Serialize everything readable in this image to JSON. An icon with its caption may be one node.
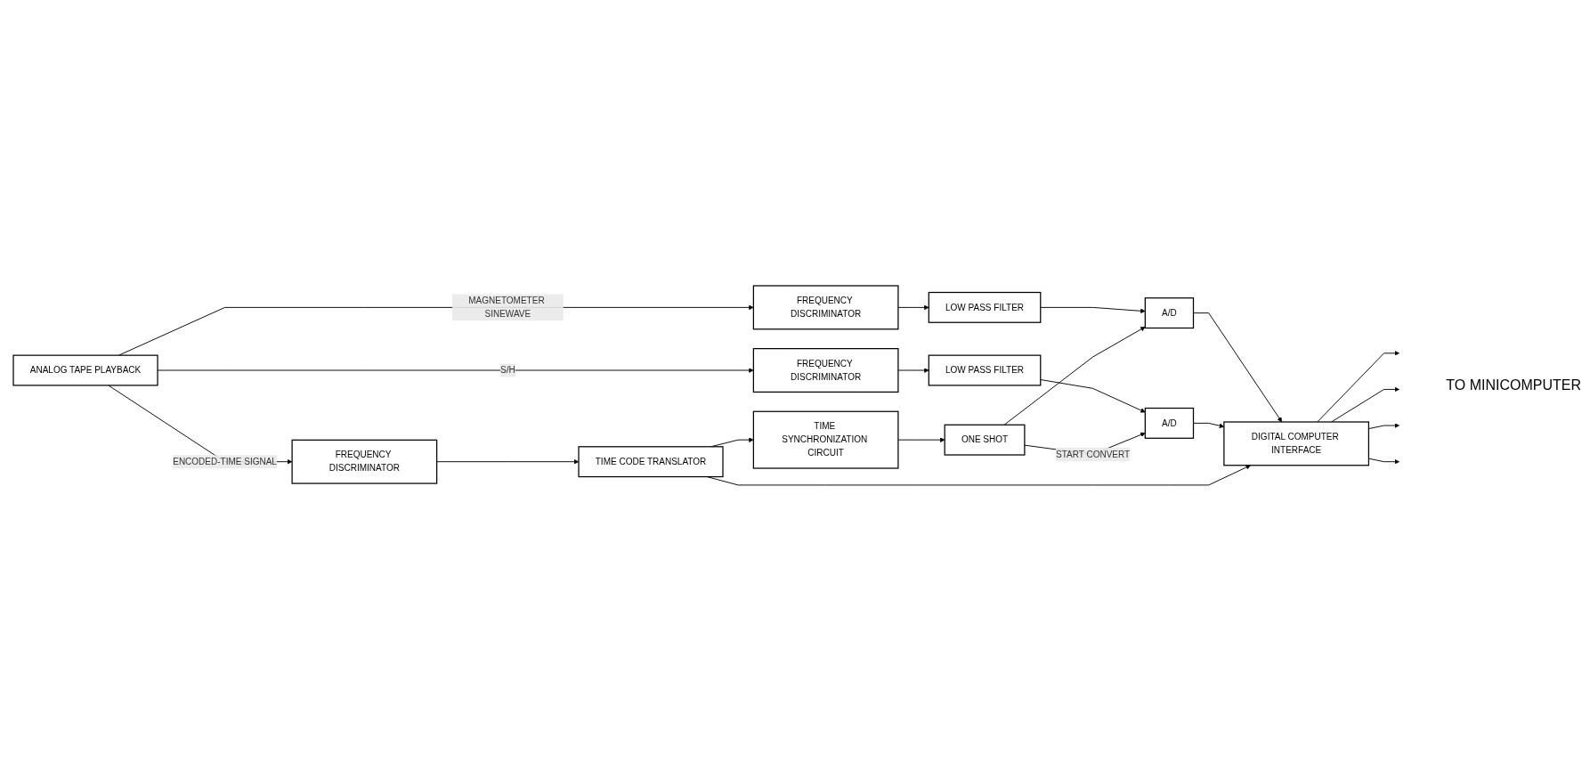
{
  "diagram": {
    "nodes": [
      {
        "text": [
          "ANALOG TAPE PLAYBACK"
        ]
      },
      {
        "text": [
          "FREQUENCY DISCRIMINATOR"
        ]
      },
      {
        "text": [
          "LOW PASS FILTER"
        ]
      },
      {
        "text": [
          "A/D"
        ]
      },
      {
        "text": [
          "DIGITAL COMPUTER INTERFACE"
        ]
      },
      {
        "text": [
          "FREQUENCY DISCRIMINATOR"
        ]
      },
      {
        "text": [
          "LOW PASS FILTER"
        ]
      },
      {
        "text": [
          "A/D"
        ]
      },
      {
        "text": [
          "TIME SYNCHRONIZATION CIRCUIT"
        ]
      },
      {
        "text": [
          "ONE SHOT"
        ]
      },
      {
        "text": [
          "FREQUENCY DISCRIMINATOR"
        ]
      },
      {
        "text": [
          "TIME CODE TRANSLATOR"
        ]
      }
    ],
    "edges": [
      {
        "from": 0,
        "to": 1,
        "arrow": "to",
        "label": "MAGNETOMETER SINEWAVE"
      },
      {
        "from": 1,
        "to": 2,
        "arrow": "to"
      },
      {
        "from": 2,
        "to": 3,
        "arrow": "to"
      },
      {
        "from": 3,
        "to": 4,
        "arrow": "to"
      },
      {
        "from": 0,
        "to": 5,
        "arrow": "to",
        "label": "S/H"
      },
      {
        "from": 5,
        "to": 6,
        "arrow": "to"
      },
      {
        "from": 6,
        "to": 7,
        "arrow": "to"
      },
      {
        "from": 7,
        "to": 4,
        "arrow": "to"
      },
      {
        "from": 0,
        "to": 10,
        "arrow": "to",
        "label": "ENCODED-TIME SIGNAL"
      },
      {
        "from": 10,
        "to": 11,
        "arrow": "to"
      },
      {
        "from": 11,
        "to": 8,
        "arrow": "to"
      },
      {
        "from": 8,
        "to": 9,
        "arrow": "to"
      },
      {
        "from": 9,
        "to": 7,
        "arrow": "to",
        "label": "START CONVERT"
      },
      {
        "from": 9,
        "to": 3,
        "arrow": "to"
      },
      {
        "from": 11,
        "to": 4,
        "arrow": "to"
      },
      {
        "from": 4,
        "to": null,
        "arrow": "to"
      },
      {
        "from": 4,
        "to": null,
        "arrow": "to"
      },
      {
        "from": 4,
        "to": null,
        "arrow": "to"
      },
      {
        "from": 4,
        "to": null,
        "arrow": "to"
      }
    ],
    "labels": [
      "TO MINICOMPUTER"
    ]
  }
}
